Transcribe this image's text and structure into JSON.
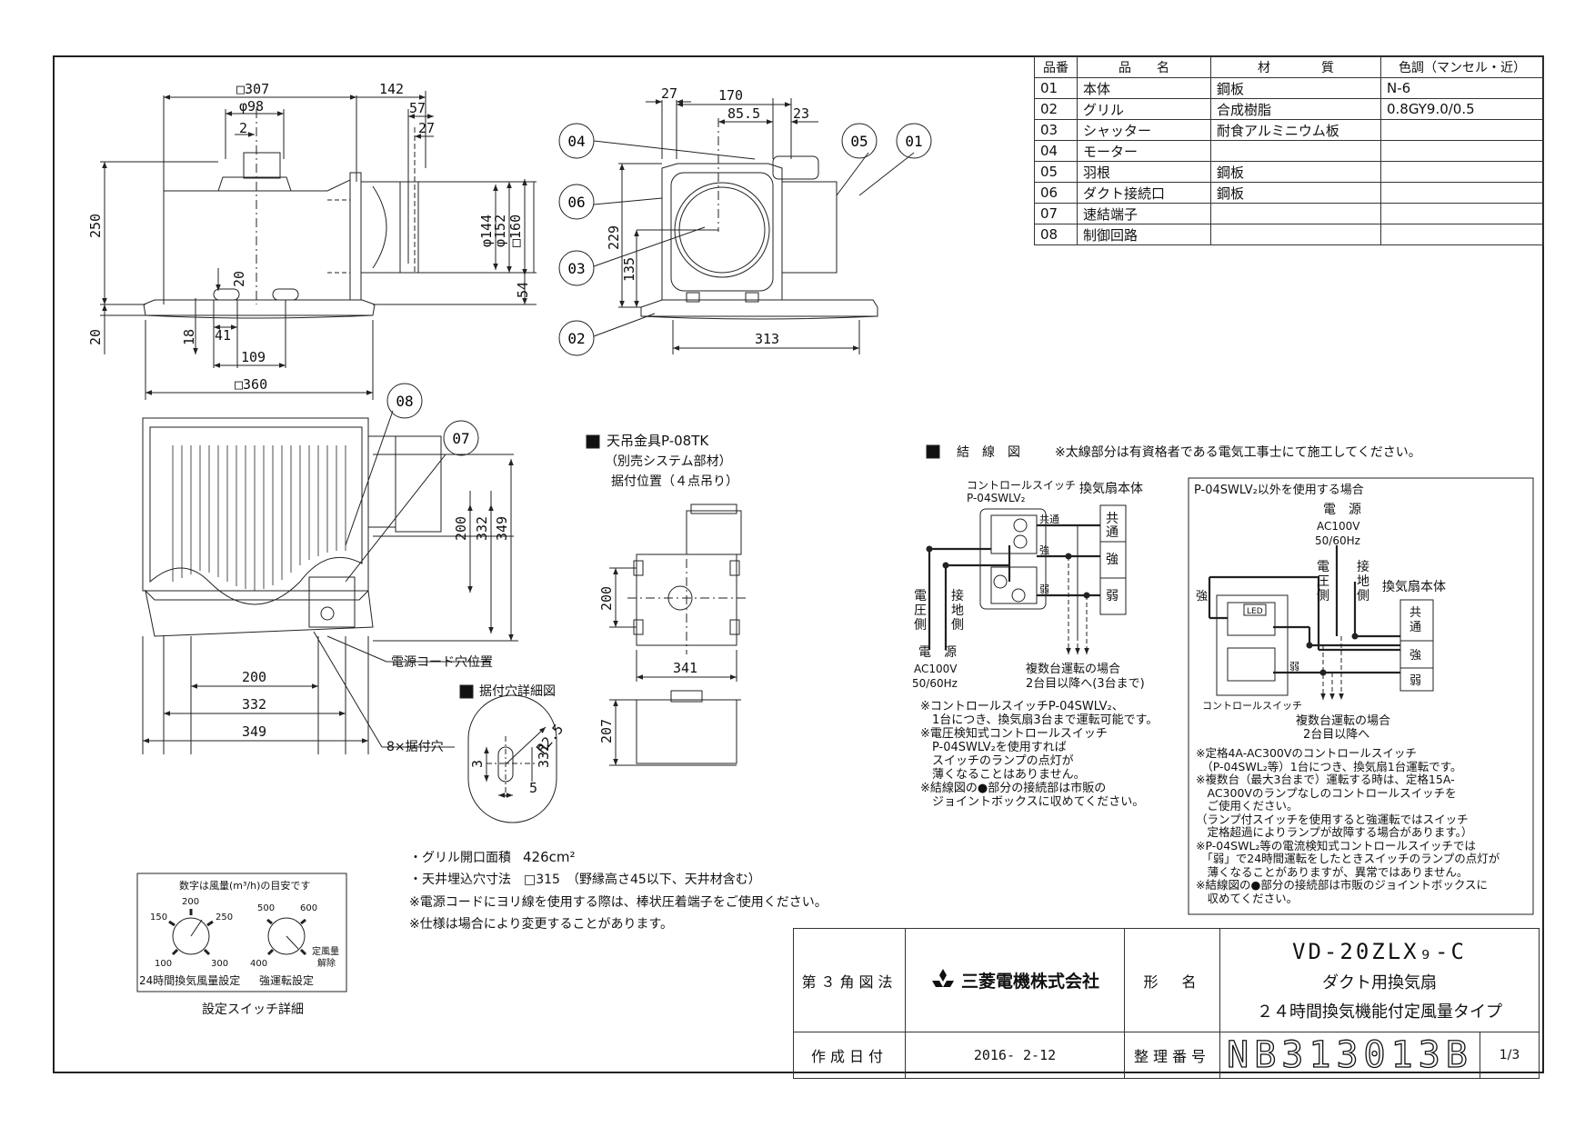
{
  "parts_table": {
    "headers": [
      "品番",
      "品　　名",
      "材　　　　質",
      "色調（マンセル・近）"
    ],
    "rows": [
      [
        "01",
        "本体",
        "鋼板",
        "N-6"
      ],
      [
        "02",
        "グリル",
        "合成樹脂",
        "0.8GY9.0/0.5"
      ],
      [
        "03",
        "シャッター",
        "耐食アルミニウム板",
        ""
      ],
      [
        "04",
        "モーター",
        "",
        ""
      ],
      [
        "05",
        "羽根",
        "鋼板",
        ""
      ],
      [
        "06",
        "ダクト接続口",
        "鋼板",
        ""
      ],
      [
        "07",
        "速結端子",
        "",
        ""
      ],
      [
        "08",
        "制御回路",
        "",
        ""
      ]
    ]
  },
  "front_view_dims": {
    "d307": "□307",
    "d142": "142",
    "d98": "φ98",
    "d2": "2",
    "d57": "57",
    "d27": "27",
    "d250": "250",
    "d20v": "20",
    "d18": "18",
    "d41": "41",
    "d109": "109",
    "d360": "□360",
    "d20b": "20",
    "d54": "54",
    "d144": "φ144",
    "d152": "φ152",
    "d160": "□160"
  },
  "side_view_dims": {
    "d27": "27",
    "d170": "170",
    "d85": "85.5",
    "d23": "23",
    "d229": "229",
    "d135": "135",
    "d313": "313",
    "callouts": [
      "04",
      "05",
      "01",
      "06",
      "03",
      "02"
    ]
  },
  "bottom_view": {
    "d200v": "200",
    "d332v": "332",
    "d349v": "349",
    "d200h": "200",
    "d332h": "332",
    "d349h": "349",
    "cord_label": "電源コード穴位置",
    "hole_label": "8×据付穴",
    "callouts": [
      "08",
      "07"
    ]
  },
  "hole_detail": {
    "title": "据付穴詳細図",
    "r": "R2.5",
    "d3": "3",
    "d332": "332",
    "d5": "5"
  },
  "hanger": {
    "title": "天吊金具P-08TK",
    "sub1": "（別売システム部材）",
    "sub2": "据付位置（４点吊り）",
    "d200": "200",
    "d341": "341",
    "d207": "207"
  },
  "wiring": {
    "title": "結　線　図",
    "title_note": "※太線部分は有資格者である電気工事士にて施工してください。",
    "switch_label": "コントロールスイッチ",
    "switch_model": "P-04SWLV₂",
    "fan_body": "換気扇本体",
    "common": "共通",
    "strong": "強",
    "weak": "弱",
    "common_v": [
      "共",
      "通"
    ],
    "voltage_side": [
      "電",
      "圧",
      "側"
    ],
    "ground_side": [
      "接",
      "地",
      "側"
    ],
    "power_title": "電　源",
    "power_spec1": "AC100V",
    "power_spec2": "50/60Hz",
    "multi1": "複数台運転の場合",
    "multi2": "2台目以降へ(3台まで)",
    "notes": "※コントロールスイッチP-04SWLV₂、\n　1台につき、換気扇3台まで運転可能です。\n※電圧検知式コントロールスイッチ\n　P-04SWLV₂を使用すれば\n　スイッチのランプの点灯が\n　薄くなることはありません。\n※結線図の●部分の接続部は市販の\n　ジョイントボックスに収めてください。"
  },
  "wiring_alt": {
    "title": "P-04SWLV₂以外を使用する場合",
    "power_title": "電　源",
    "power_spec1": "AC100V",
    "power_spec2": "50/60Hz",
    "voltage_side": [
      "電",
      "圧",
      "側"
    ],
    "ground_side": [
      "接",
      "地",
      "側"
    ],
    "fan_body": "換気扇本体",
    "common_v": [
      "共",
      "通"
    ],
    "strong": "強",
    "weak": "弱",
    "led": "LED",
    "switch_label": "コントロールスイッチ",
    "multi1": "複数台運転の場合",
    "multi2": "2台目以降へ",
    "notes": "※定格4A-AC300Vのコントロールスイッチ\n　（P-04SWL₂等）1台につき、換気扇1台運転です。\n※複数台（最大3台まで）運転する時は、定格15A-\n　AC300Vのランプなしのコントロールスイッチを\n　ご使用ください。\n（ランプ付スイッチを使用すると強運転ではスイッチ\n　定格超過によりランプが故障する場合があります。）\n※P-04SWL₂等の電流検知式コントロールスイッチでは\n　「弱」で24時間運転をしたときスイッチのランプの点灯が\n　薄くなることがありますが、異常ではありません。\n※結線図の●部分の接続部は市販のジョイントボックスに\n　収めてください。"
  },
  "spec_notes": {
    "line1a": "・グリル開口面積",
    "line1b": "426cm²",
    "line2": "・天井埋込穴寸法　□315　（野縁高さ45以下、天井材含む）",
    "line3": "※電源コードにヨリ線を使用する際は、棒状圧着端子をご使用ください。",
    "line4": "※仕様は場合により変更することがあります。"
  },
  "switch_detail": {
    "header": "数字は風量(m³/h)の目安です",
    "dial1": [
      "150",
      "200",
      "250",
      "100",
      "300"
    ],
    "dial2": [
      "500",
      "600",
      "400"
    ],
    "dial1_label": "24時間換気風量設定",
    "dial2_label": "強運転設定",
    "release": [
      "定風量",
      "解除"
    ],
    "caption": "設定スイッチ詳細"
  },
  "title_block": {
    "projection": "第３角図法",
    "maker": "三菱電機株式会社",
    "name_label": "形　名",
    "model": "VD-20ZLX₉-C",
    "desc1": "ダクト用換気扇",
    "desc2": "２４時間換気機能付定風量タイプ",
    "date_label": "作成日付",
    "date": "2016- 2-12",
    "number_label": "整理番号",
    "number": "NB313013B",
    "page": "1/3"
  }
}
